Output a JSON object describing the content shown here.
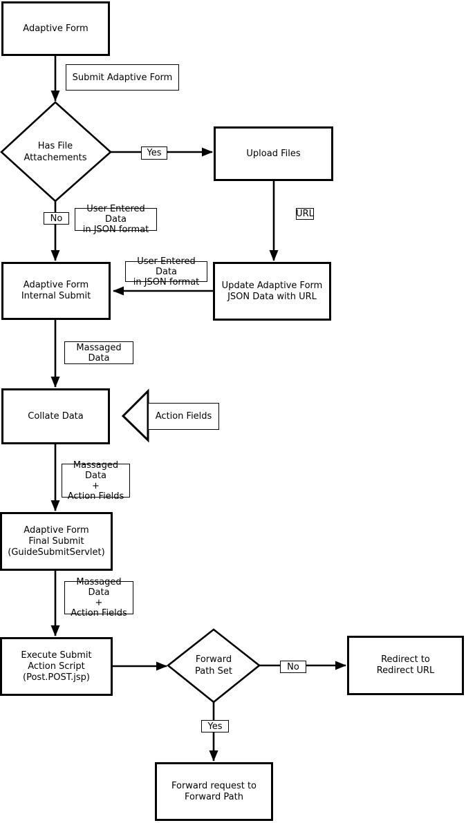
{
  "title": "Adaptive Form Submit Flowchart",
  "colors": {
    "background": "#ffffff",
    "stroke": "#000000",
    "text": "#000000"
  },
  "nodes": {
    "adaptive_form": "Adaptive Form",
    "upload_files": "Upload Files",
    "adaptive_form_internal_submit": "Adaptive Form\nInternal Submit",
    "update_adaptive_form": "Update Adaptive Form\nJSON Data with URL",
    "collate_data": "Collate Data",
    "adaptive_form_final_submit": "Adaptive Form\nFinal Submit\n(GuideSubmitServlet)",
    "execute_submit_action": "Execute Submit\nAction Script\n(Post.POST.jsp)",
    "redirect_to_redirect_url": "Redirect to\nRedirect URL",
    "forward_request": "Forward request to\nForward Path"
  },
  "decisions": {
    "has_file_attachements": "Has File\nAttachements",
    "forward_path_set": "Forward\nPath Set"
  },
  "labels": {
    "submit_adaptive_form": "Submit Adaptive Form",
    "yes_top": "Yes",
    "no_top": "No",
    "user_entered_data_1": "User Entered Data\nin JSON format",
    "url": "URL",
    "user_entered_data_2": "User Entered Data\nin JSON format",
    "massaged_data": "Massaged Data",
    "action_fields": "Action Fields",
    "massaged_plus_action_1": "Massaged Data\n+\nAction Fields",
    "massaged_plus_action_2": "Massaged Data\n+\nAction Fields",
    "no_bottom": "No",
    "yes_bottom": "Yes"
  }
}
